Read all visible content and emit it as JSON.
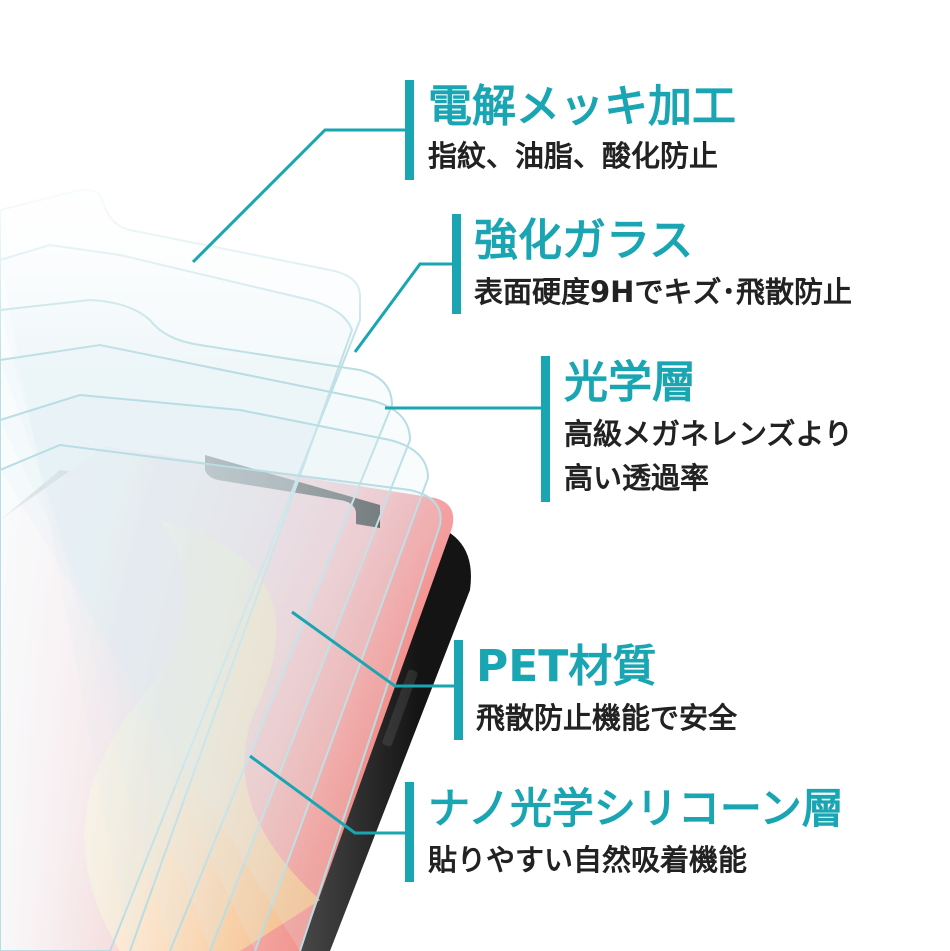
{
  "accent_color": "#1aa5b3",
  "layers": [
    {
      "title": "電解メッキ加工",
      "desc": [
        "指紋、油脂、酸化防止"
      ]
    },
    {
      "title": "強化ガラス",
      "desc": [
        "表面硬度9Hでキズ･飛散防止"
      ]
    },
    {
      "title": "光学層",
      "desc": [
        "高級メガネレンズより",
        "高い透過率"
      ]
    },
    {
      "title": "PET材質",
      "desc": [
        "飛散防止機能で安全"
      ]
    },
    {
      "title": "ナノ光学シリコーン層",
      "desc": [
        "貼りやすい自然吸着機能"
      ]
    }
  ]
}
